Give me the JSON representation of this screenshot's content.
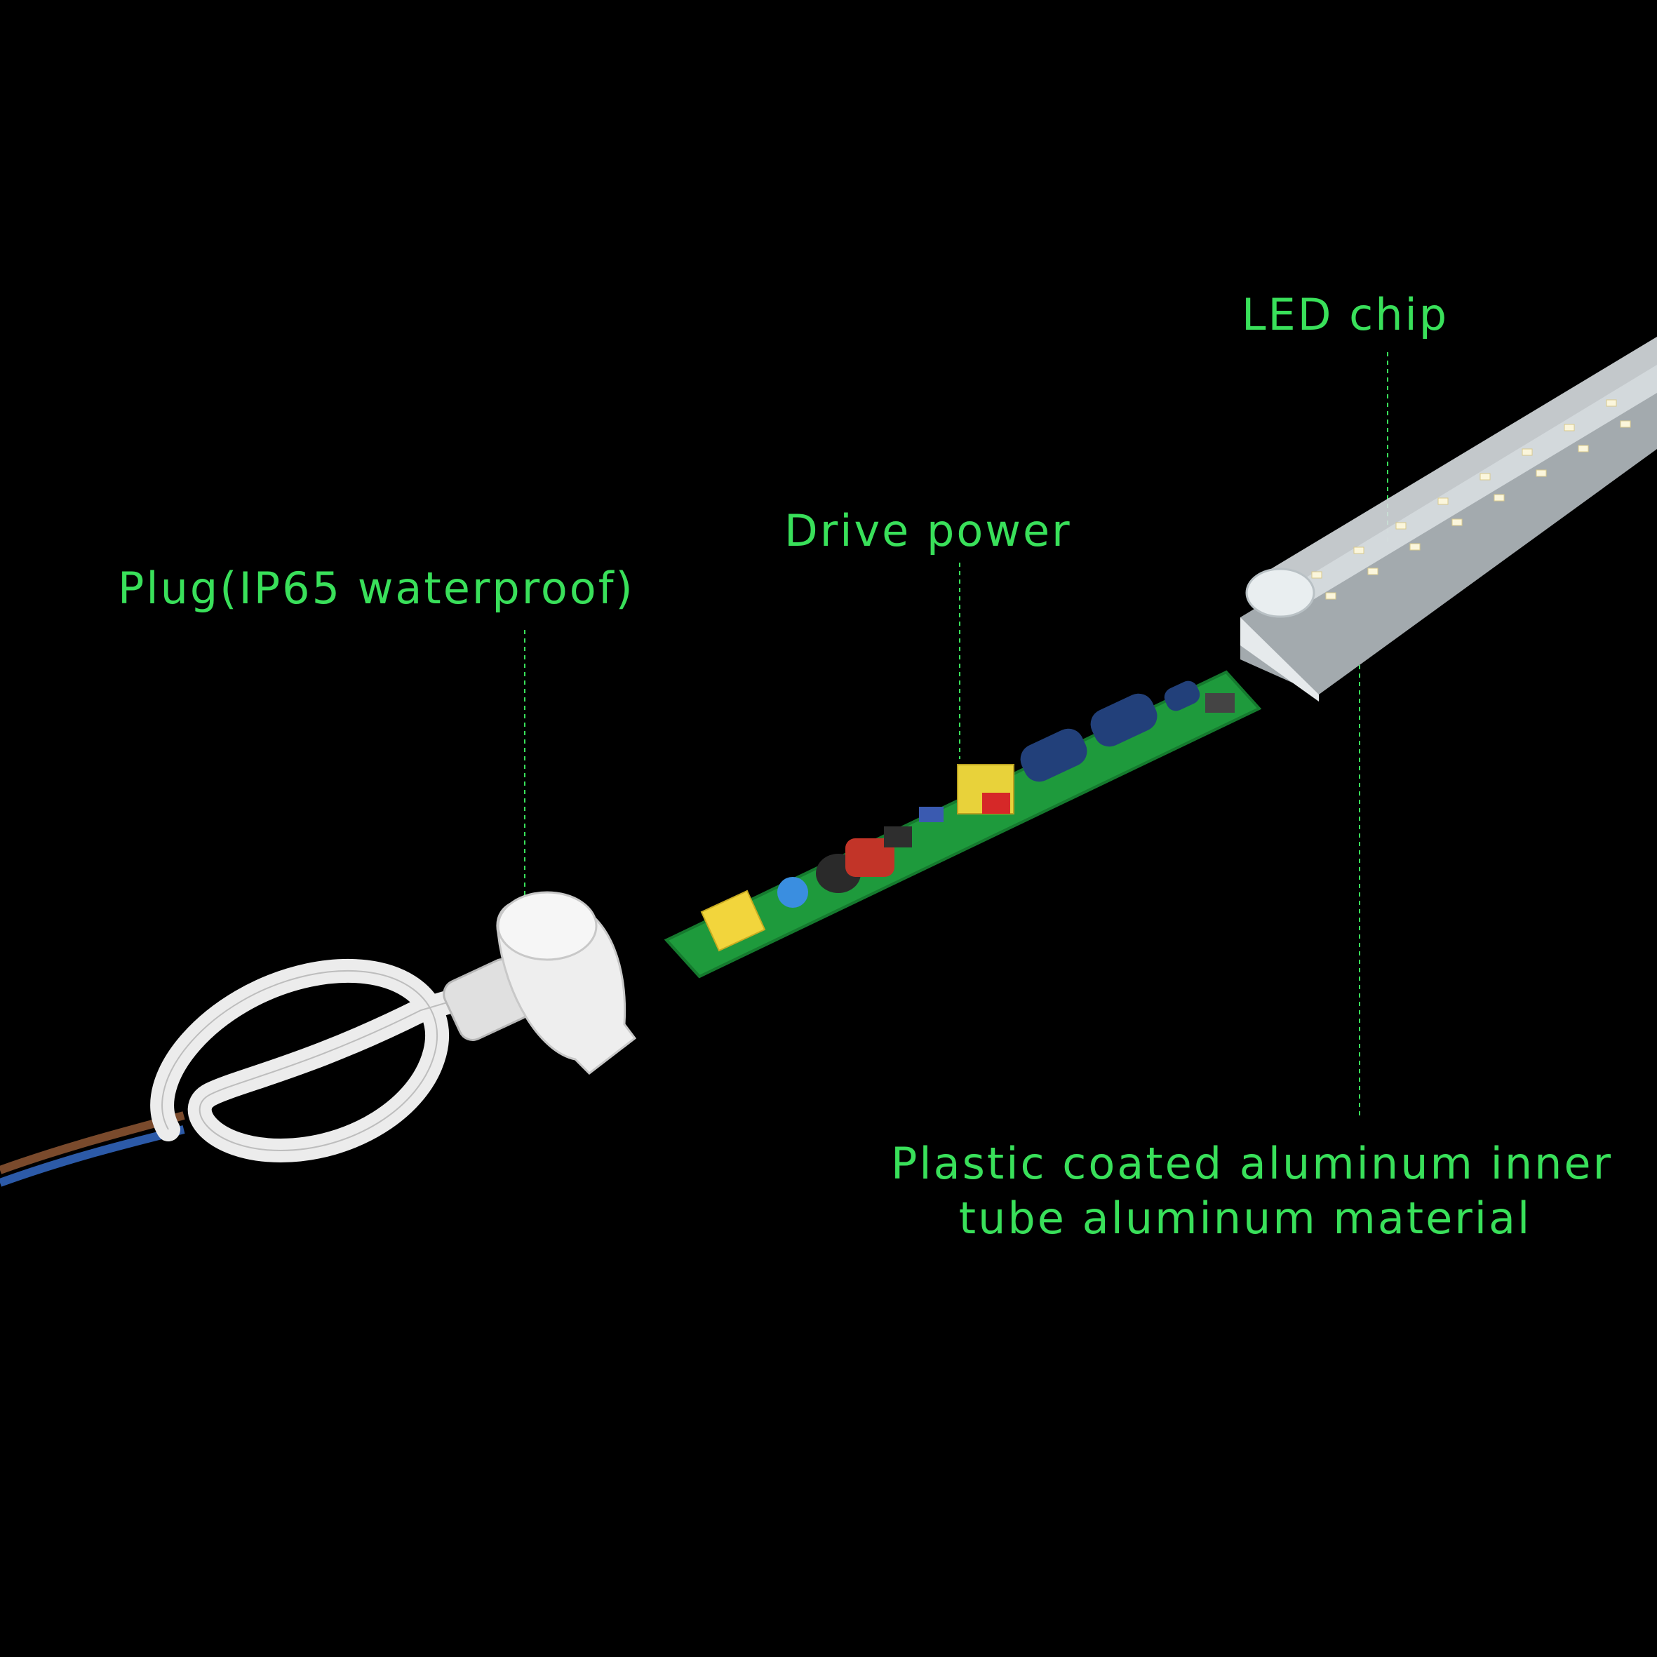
{
  "colors": {
    "background": "#000000",
    "label_text": "#39e05a",
    "leader_line": "#39e05a",
    "pcb": "#1e9a3c",
    "plug": "#e8e8e8",
    "tube": "#cfd6da"
  },
  "labels": {
    "plug": "Plug(IP65 waterproof)",
    "drive_power": "Drive power",
    "led_chip": "LED chip",
    "tube_line1": "Plastic coated aluminum inner",
    "tube_line2": "tube aluminum material"
  },
  "components": [
    {
      "name": "plug",
      "icon": "plug-icon"
    },
    {
      "name": "drive-power-board",
      "icon": "pcb-icon"
    },
    {
      "name": "led-tube",
      "icon": "led-tube-icon"
    }
  ]
}
